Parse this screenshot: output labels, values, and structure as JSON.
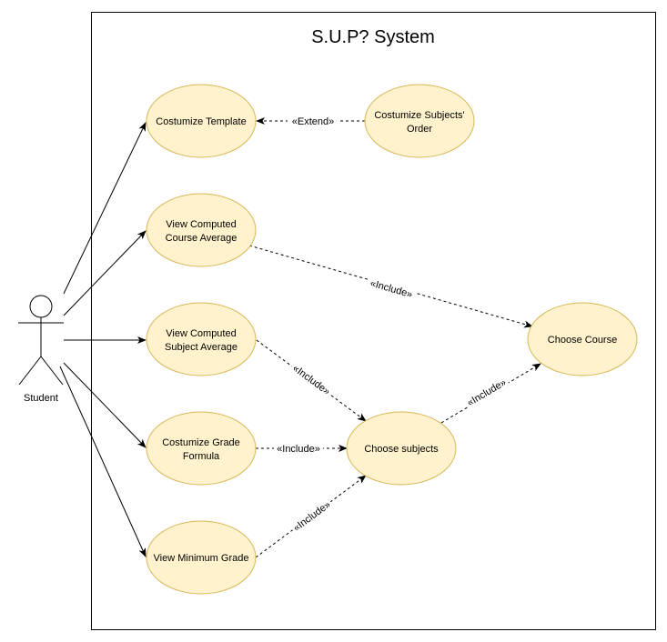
{
  "system": {
    "title": "S.U.P? System"
  },
  "actor": {
    "label": "Student"
  },
  "use_cases": {
    "costumize_template": [
      "Costumize Template"
    ],
    "costumize_order": [
      "Costumize Subjects'",
      "Order"
    ],
    "view_course_avg": [
      "View Computed",
      "Course Average"
    ],
    "view_subject_avg": [
      "View Computed",
      "Subject Average"
    ],
    "costumize_formula": [
      "Costumize Grade",
      "Formula"
    ],
    "view_min_grade": [
      "View Minimum Grade"
    ],
    "choose_subjects": [
      "Choose subjects"
    ],
    "choose_course": [
      "Choose Course"
    ]
  },
  "relations": {
    "extend": "«Extend»",
    "include_course_avg": "«Include»",
    "include_subject_avg": "«Include»",
    "include_formula": "«Include»",
    "include_min_grade": "«Include»",
    "include_subjects_course": "«Include»"
  },
  "colors": {
    "use_case_fill": "#fff2cc",
    "use_case_stroke": "#d6b656",
    "line": "#000000"
  }
}
